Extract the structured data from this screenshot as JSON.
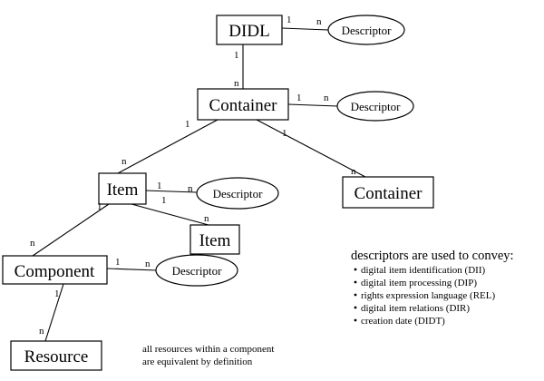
{
  "entities": {
    "didl": "DIDL",
    "container_top": "Container",
    "container_right": "Container",
    "item_top": "Item",
    "item_sub": "Item",
    "component": "Component",
    "resource": "Resource"
  },
  "descriptors": {
    "didl": "Descriptor",
    "container": "Descriptor",
    "item": "Descriptor",
    "component": "Descriptor"
  },
  "cardinalities": {
    "didl_desc": [
      "1",
      "n"
    ],
    "didl_container": [
      "1",
      "n"
    ],
    "container_desc": [
      "1",
      "n"
    ],
    "container_item": [
      "1",
      "n"
    ],
    "container_container": [
      "1",
      "n"
    ],
    "item_desc": [
      "1",
      "n"
    ],
    "item_item": [
      "1",
      "n"
    ],
    "item_component": [
      "1",
      "n"
    ],
    "component_desc": [
      "1",
      "n"
    ],
    "component_resource": [
      "1",
      "n"
    ]
  },
  "legend": {
    "title": "descriptors are used to convey:",
    "items": [
      "digital item identification (DII)",
      "digital item processing (DIP)",
      "rights expression language (REL)",
      "digital item relations (DIR)",
      "creation date (DIDT)"
    ]
  },
  "note": {
    "line1": "all resources within a component",
    "line2": "are equivalent by definition"
  }
}
